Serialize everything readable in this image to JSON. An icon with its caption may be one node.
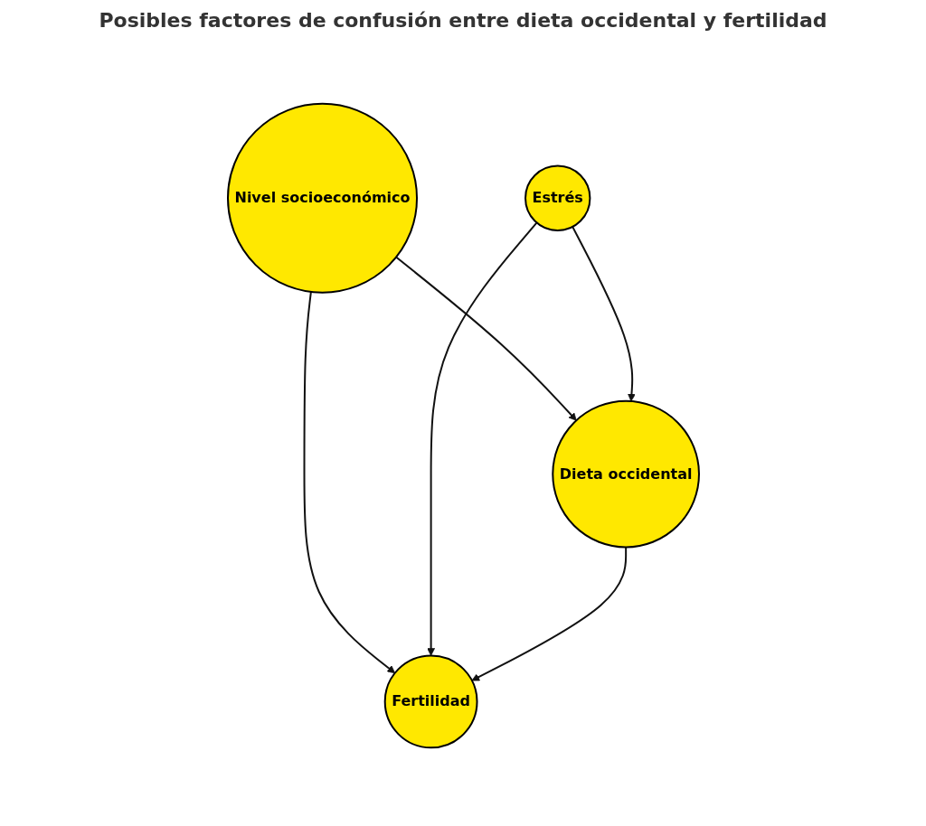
{
  "diagram": {
    "title": "Posibles factores de confusión entre dieta occidental y fertilidad",
    "nodes": [
      {
        "text": [
          "Nivel socioeconómico"
        ]
      },
      {
        "text": [
          "Estrés"
        ]
      },
      {
        "text": [
          "Dieta occidental"
        ]
      },
      {
        "text": [
          "Fertilidad"
        ]
      }
    ],
    "edges": [
      {
        "from": 0,
        "to": 2,
        "arrow": "to"
      },
      {
        "from": 0,
        "to": 3,
        "arrow": "to"
      },
      {
        "from": 1,
        "to": 2,
        "arrow": "to"
      },
      {
        "from": 1,
        "to": 3,
        "arrow": "to"
      },
      {
        "from": 2,
        "to": 3,
        "arrow": "to"
      }
    ]
  }
}
